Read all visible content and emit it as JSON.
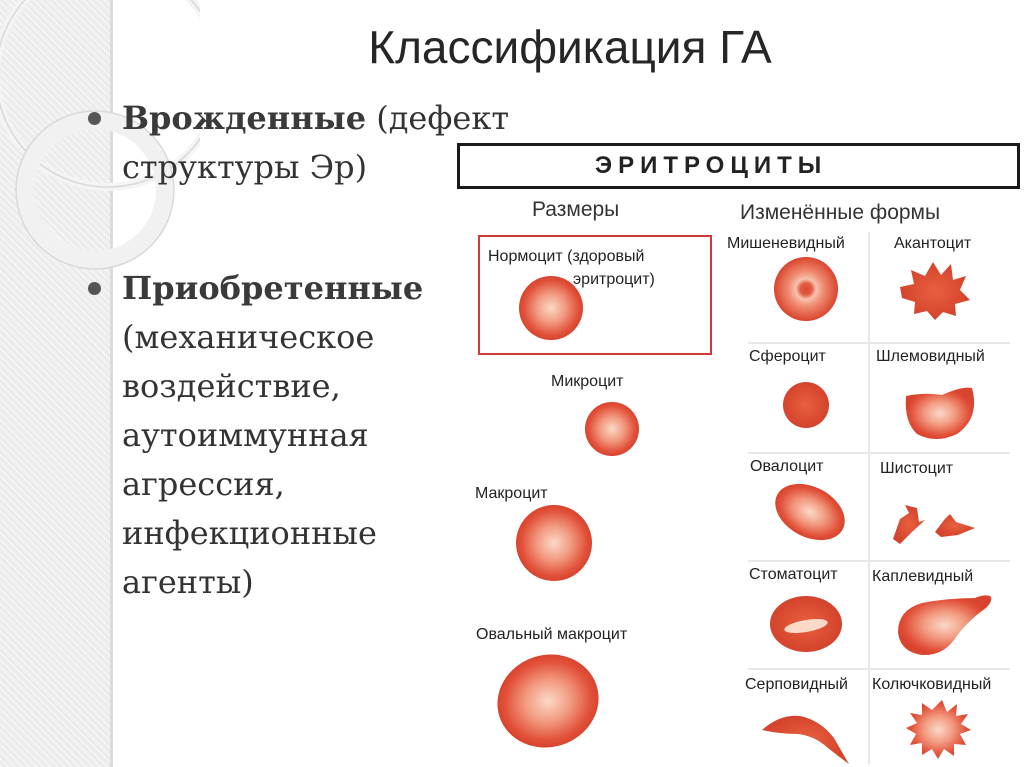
{
  "slide": {
    "title": "Классификация ГА"
  },
  "bullets": [
    {
      "bold": "Врожденные",
      "text_line_1": " (дефект",
      "text_line_2": "структуры Эр)"
    },
    {
      "bold": "Приобретенные",
      "lines": [
        "(механическое",
        "воздействие,",
        "аутоиммунная",
        "агрессия,",
        "инфекционные",
        "агенты)"
      ]
    }
  ],
  "figure": {
    "header": "ЭРИТРОЦИТЫ",
    "col_sizes": "Размеры",
    "col_forms": "Изменённые формы",
    "sizes": {
      "normocyte_line_1": "Нормоцит (здоровый",
      "normocyte_line_2": "эритроцит)",
      "microcyte": "Микроцит",
      "macrocyte": "Макроцит",
      "oval_macrocyte": "Овальный макроцит"
    },
    "forms": {
      "target": "Мишеневидный",
      "acanthocyte": "Акантоцит",
      "spherocyte": "Сфероцит",
      "helmet": "Шлемовидный",
      "ovalocyte": "Овалоцит",
      "schistocyte": "Шистоцит",
      "stomatocyte": "Стоматоцит",
      "teardrop": "Каплевидный",
      "sickle": "Серповидный",
      "echinocyte": "Колючковидный"
    },
    "cell_color": "#e2513a",
    "cell_highlight": "#fbd9c8",
    "normocyte_box_color": "#d23a3a"
  }
}
